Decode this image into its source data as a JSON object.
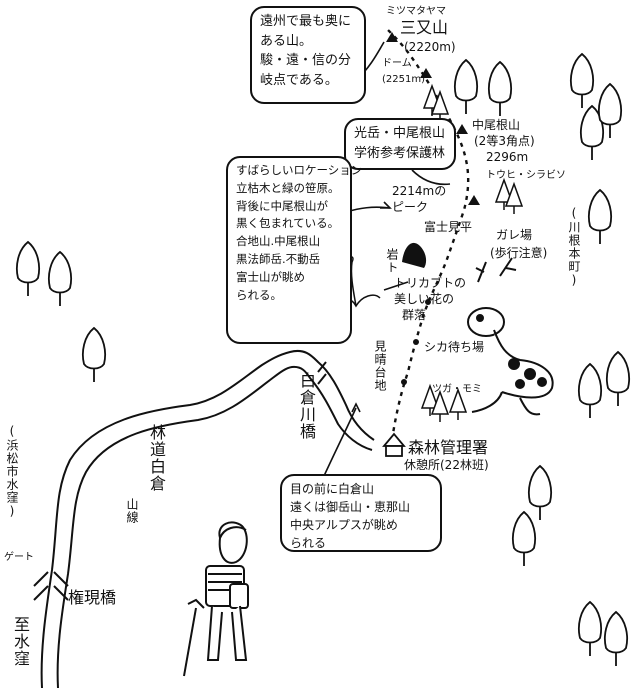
{
  "peaks": {
    "sanmata": {
      "reading": "ミツマタヤマ",
      "name": "三又山",
      "elev": "(2220m)"
    },
    "dome": {
      "name": "ドーム",
      "elev": "(2251m)"
    },
    "nakaone": {
      "name": "中尾根山",
      "note": "(2等3角点)",
      "elev": "2296m"
    },
    "peak2214": {
      "line1": "2214mの",
      "line2": "ピーク"
    }
  },
  "bubbles": {
    "enshu": [
      "遠州で最も奥に",
      "ある山。",
      "駿・遠・信の分",
      "岐点である。"
    ],
    "forest": [
      "光岳・中尾根山",
      "学術参考保護林"
    ],
    "location": [
      "すばらしいロケーション",
      "立枯木と緑の笹原。",
      "背後に中尾根山が",
      "黒く包まれている。",
      "合地山.中尾根山",
      "黒法師岳.不動岳",
      "富士山が眺め",
      "られる。"
    ],
    "shirakura": [
      "目の前に白倉山",
      "遠くは御岳山・恵那山",
      "中央アルプスが眺め",
      "られる"
    ]
  },
  "labels": {
    "touhi": "トウヒ・シラビソ",
    "iwagoya": "岩ト",
    "fujimi": "富士見平",
    "torikabuto": [
      "トリカブトの",
      "美しい花の",
      "群落"
    ],
    "garaba": "ガレ場",
    "hoko": "(歩行注意)",
    "kawane": "(川根本町)",
    "shika": "シカ待ち場",
    "miharashi": "見晴台地",
    "tsuga": "ツガ・モミ",
    "shirakura_bridge": "白倉川橋",
    "kanri": "森林管理署",
    "kyukei": "休憩所(22林班)",
    "rindo": "林道白倉",
    "yamasen": "山線",
    "hamamatsu": "(浜松市水窪)",
    "gate": "ゲート",
    "gongen": "権現橋",
    "mizukubo": "至水窪"
  }
}
